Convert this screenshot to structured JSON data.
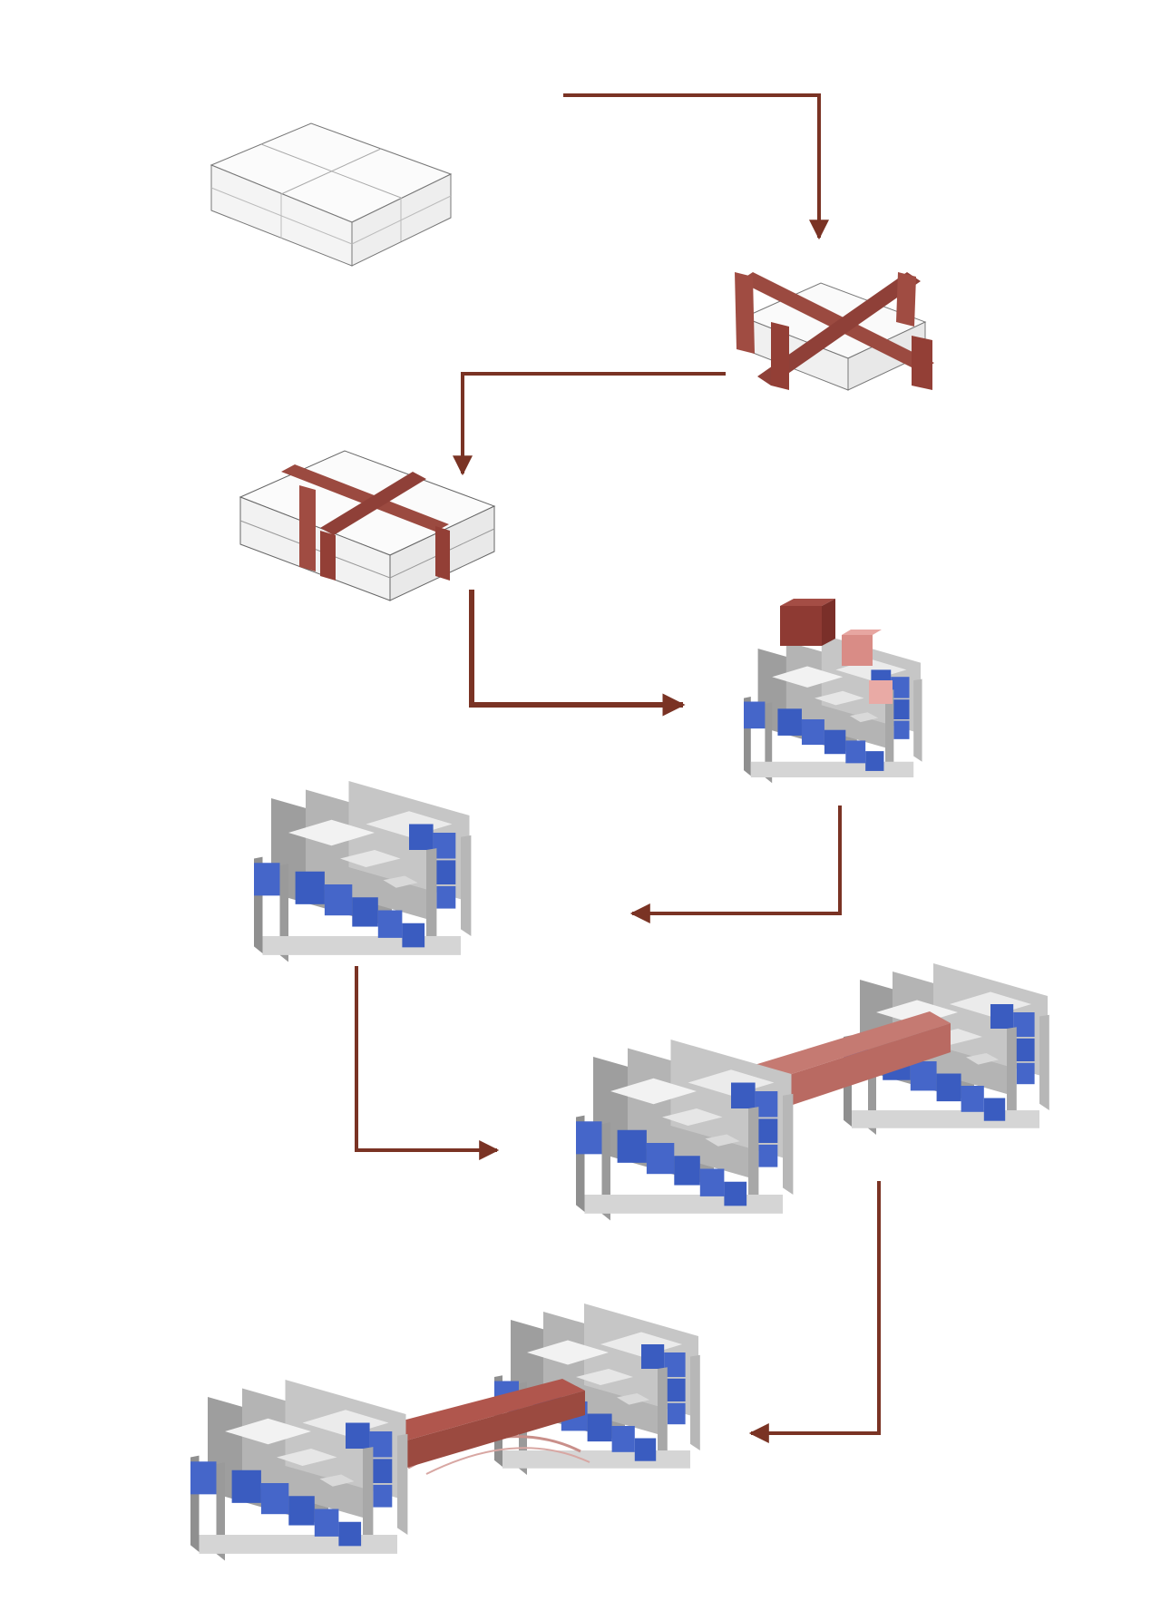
{
  "diagram": {
    "steps": [
      {
        "id": "step-1",
        "label": ""
      },
      {
        "id": "step-2",
        "label": ""
      },
      {
        "id": "step-3",
        "label": ""
      },
      {
        "id": "step-4",
        "label": ""
      },
      {
        "id": "step-5",
        "label": ""
      },
      {
        "id": "step-6",
        "label": ""
      },
      {
        "id": "step-7",
        "label": ""
      }
    ],
    "edges": [
      {
        "from": "step-1",
        "to": "step-2"
      },
      {
        "from": "step-2",
        "to": "step-3"
      },
      {
        "from": "step-3",
        "to": "step-4"
      },
      {
        "from": "step-4",
        "to": "step-5"
      },
      {
        "from": "step-5",
        "to": "step-6"
      },
      {
        "from": "step-6",
        "to": "step-7"
      }
    ]
  },
  "colors": {
    "arrow": "#7a3324",
    "cross_frame": "#9b4a40",
    "bridge": "#b96a62",
    "blue_block": "#4566c9",
    "grey_panel": "#a3a3a3",
    "light_grey": "#dcdcdc",
    "white_block": "#f7f6f6",
    "outline": "#666666",
    "pink_block": "#e7a6a1"
  }
}
